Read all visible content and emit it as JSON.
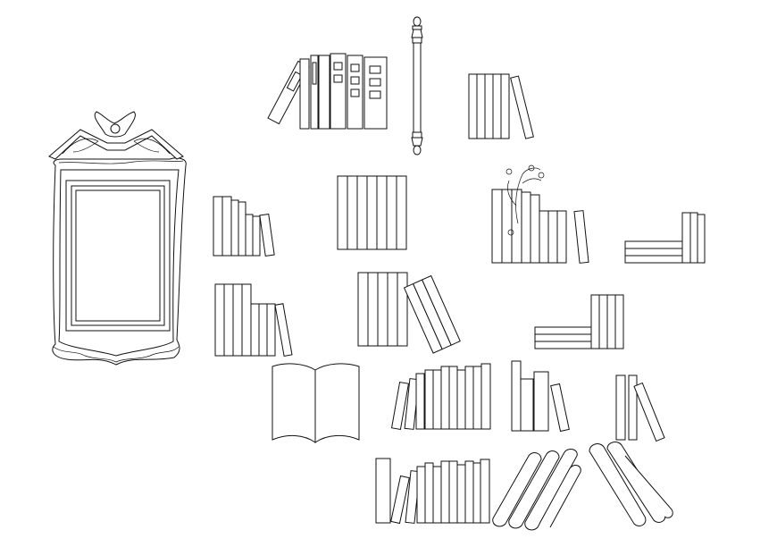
{
  "drawing": {
    "title": "",
    "background": "#ffffff",
    "line_color": "#111111",
    "blocks": [
      "ornate-mirror-frame",
      "leaning-binder-row",
      "turned-column",
      "binder-set-leaning",
      "binder-set-upright",
      "binder-set-with-plant",
      "stacked-binders-corner",
      "open-book",
      "book-row",
      "rolled-documents"
    ]
  }
}
